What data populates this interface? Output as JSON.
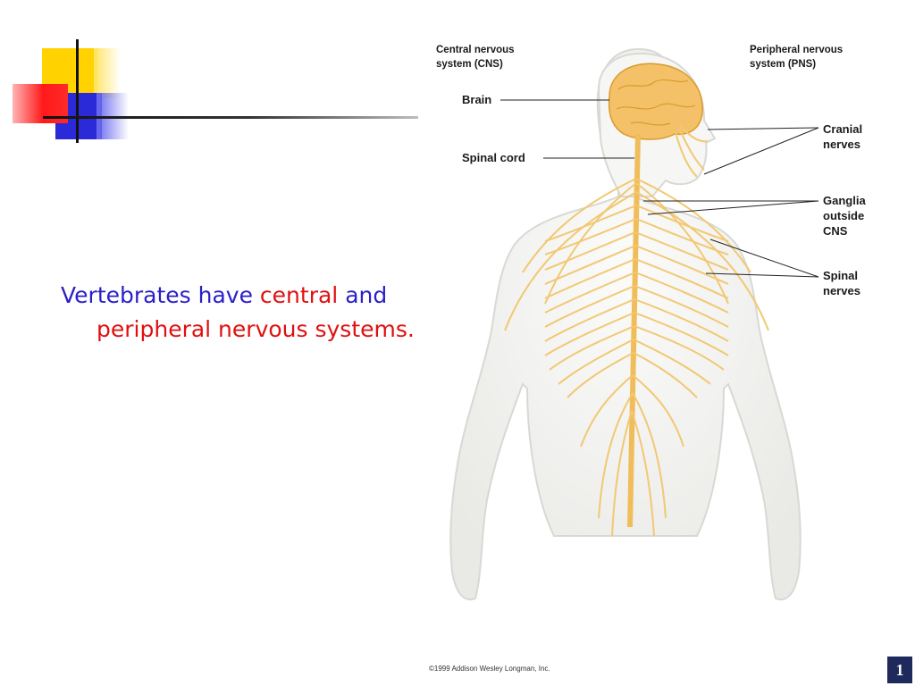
{
  "slide": {
    "text": {
      "part1": "Vertebrates have ",
      "part2": "central",
      "part3": "and ",
      "part4": "peripheral nervous systems."
    },
    "page_number": "1"
  },
  "figure": {
    "cns_header": "Central nervous\nsystem (CNS)",
    "pns_header": "Peripheral nervous\nsystem (PNS)",
    "labels": {
      "brain": "Brain",
      "spinal_cord": "Spinal cord",
      "cranial_nerves": "Cranial\nnerves",
      "ganglia": "Ganglia\noutside\nCNS",
      "spinal_nerves": "Spinal\nnerves"
    },
    "copyright": "©1999 Addison Wesley Longman, Inc."
  },
  "colors": {
    "blue_text": "#2a1fc8",
    "red_text": "#e01010",
    "nerve": "#f2c872",
    "page_badge": "#1f2a5c"
  }
}
